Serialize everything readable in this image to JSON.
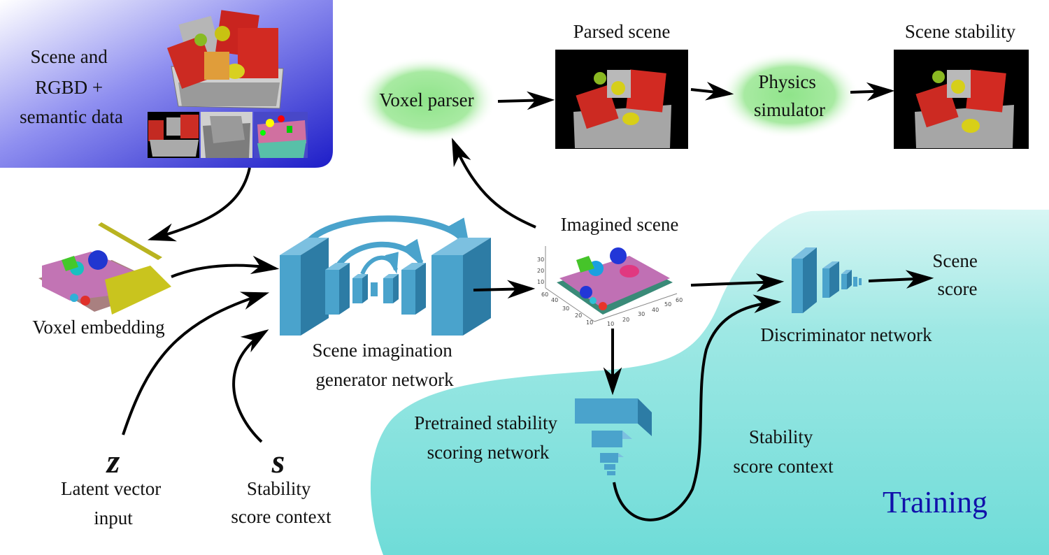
{
  "input_box": {
    "label_lines": [
      "Scene and",
      "RGBD +",
      "semantic data"
    ]
  },
  "nodes": {
    "voxel_parser": {
      "label": "Voxel parser"
    },
    "parsed_scene": {
      "label": "Parsed scene"
    },
    "physics_simulator": {
      "label_lines": [
        "Physics",
        "simulator"
      ]
    },
    "scene_stability": {
      "label": "Scene stability"
    },
    "imagined_scene": {
      "label": "Imagined scene"
    },
    "voxel_embedding": {
      "label": "Voxel embedding"
    },
    "generator": {
      "label_lines": [
        "Scene imagination",
        "generator network"
      ]
    },
    "discriminator": {
      "label": "Discriminator network"
    },
    "scene_score": {
      "label_lines": [
        "Scene",
        "score"
      ]
    },
    "pretrained": {
      "label_lines": [
        "Pretrained stability",
        "scoring network"
      ]
    },
    "stability_context_right": {
      "label_lines": [
        "Stability",
        "score context"
      ]
    },
    "latent": {
      "symbol": "z",
      "label_lines": [
        "Latent vector",
        "input"
      ]
    },
    "stability_input": {
      "symbol": "s",
      "label_lines": [
        "Stability",
        "score context"
      ]
    }
  },
  "training_region": {
    "label": "Training"
  },
  "plot_ticks": {
    "z": [
      "30",
      "20",
      "10"
    ],
    "x": [
      "60",
      "40",
      "30",
      "20",
      "10"
    ],
    "y": [
      "10",
      "20",
      "30",
      "40",
      "50",
      "60"
    ]
  },
  "colors": {
    "training_fill": "#7fe0dd",
    "input_box_fill": "#3030d8",
    "parser_glow": "#8ee08a",
    "network_block": "#4aa3cc",
    "skip_arc": "#4aa3cc"
  }
}
